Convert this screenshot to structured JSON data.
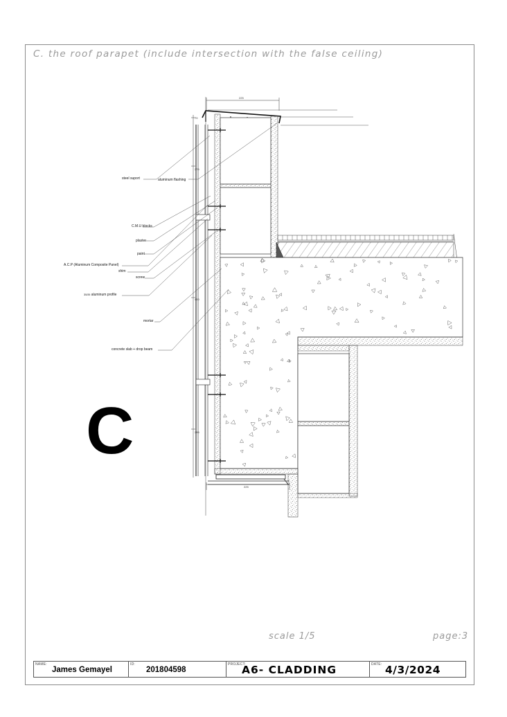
{
  "drawing": {
    "title": "C. the roof parapet (include intersection with the false ceiling)",
    "section_letter": "C",
    "scale": "scale 1/5",
    "page": "page:3"
  },
  "callouts": {
    "steel_support": "steel suport",
    "aluminum_flashing": "aluminum flashing",
    "cmu_blocks": "C.M.U blocks",
    "plaster": "plaster",
    "paint": "paint",
    "acp": "A.C.P (Aluminum Composite Panel)",
    "shim": "shim",
    "screw": "screw",
    "aluminum_profile": "aluminum profile",
    "mortar": "mortar",
    "concrete_slab": "concrete slab + drop beam"
  },
  "title_block": {
    "name_label": "NAME:",
    "name": "James Gemayel",
    "id_label": "ID:",
    "id": "201804598",
    "project_label": "PROJECT:",
    "project": "A6- CLADDING",
    "date_label": "DATE:",
    "date": "4/3/2024"
  },
  "colors": {
    "border": "#8a8a8a",
    "linework": "#222222",
    "faint_text": "#9a9a9a"
  }
}
